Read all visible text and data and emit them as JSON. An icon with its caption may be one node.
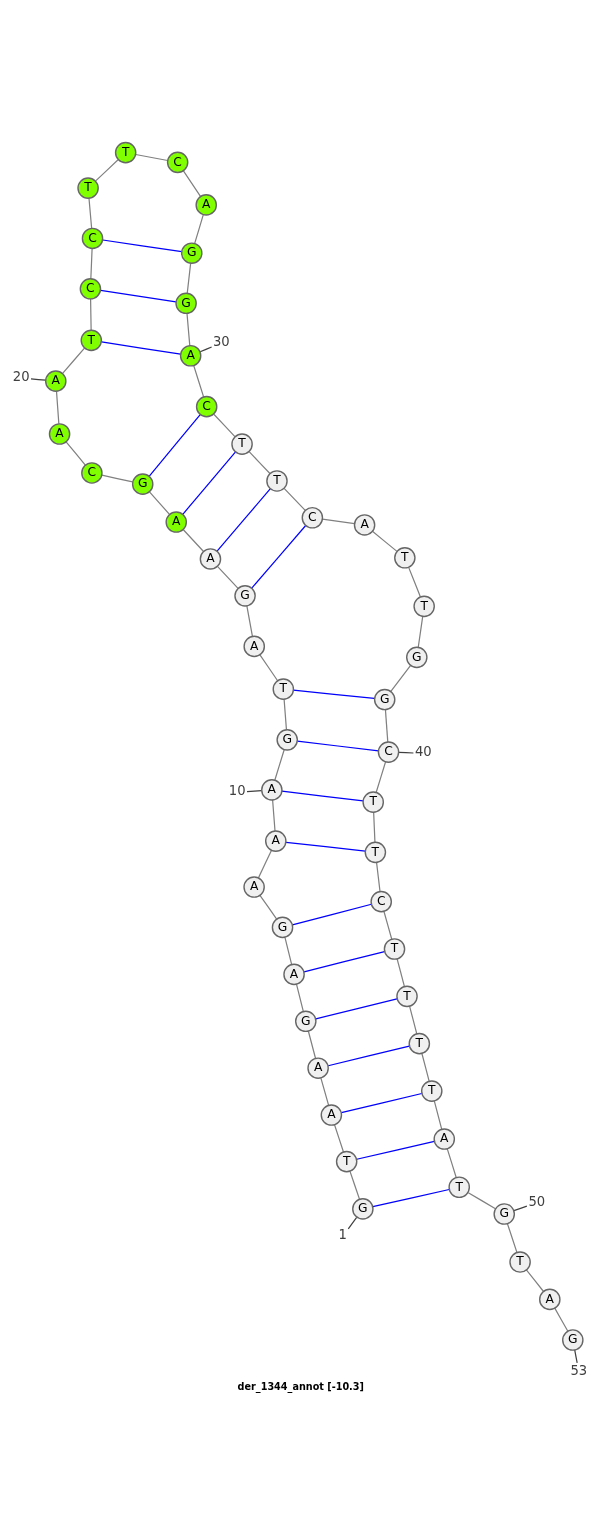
{
  "diagram": {
    "caption": "der_1344_annot [-10.3]",
    "nodes": [
      {
        "text": [
          "G"
        ]
      },
      {
        "text": [
          "T"
        ]
      },
      {
        "text": [
          "A"
        ]
      },
      {
        "text": [
          "A"
        ]
      },
      {
        "text": [
          "G"
        ]
      },
      {
        "text": [
          "A"
        ]
      },
      {
        "text": [
          "G"
        ]
      },
      {
        "text": [
          "A"
        ]
      },
      {
        "text": [
          "A"
        ]
      },
      {
        "text": [
          "A"
        ]
      },
      {
        "text": [
          "G"
        ]
      },
      {
        "text": [
          "T"
        ]
      },
      {
        "text": [
          "A"
        ]
      },
      {
        "text": [
          "G"
        ]
      },
      {
        "text": [
          "A"
        ]
      },
      {
        "text": [
          "A"
        ]
      },
      {
        "text": [
          "G"
        ]
      },
      {
        "text": [
          "C"
        ]
      },
      {
        "text": [
          "A"
        ]
      },
      {
        "text": [
          "A"
        ]
      },
      {
        "text": [
          "T"
        ]
      },
      {
        "text": [
          "C"
        ]
      },
      {
        "text": [
          "C"
        ]
      },
      {
        "text": [
          "T"
        ]
      },
      {
        "text": [
          "T"
        ]
      },
      {
        "text": [
          "C"
        ]
      },
      {
        "text": [
          "A"
        ]
      },
      {
        "text": [
          "G"
        ]
      },
      {
        "text": [
          "G"
        ]
      },
      {
        "text": [
          "A"
        ]
      },
      {
        "text": [
          "C"
        ]
      },
      {
        "text": [
          "T"
        ]
      },
      {
        "text": [
          "T"
        ]
      },
      {
        "text": [
          "C"
        ]
      },
      {
        "text": [
          "A"
        ]
      },
      {
        "text": [
          "T"
        ]
      },
      {
        "text": [
          "T"
        ]
      },
      {
        "text": [
          "G"
        ]
      },
      {
        "text": [
          "G"
        ]
      },
      {
        "text": [
          "C"
        ]
      },
      {
        "text": [
          "T"
        ]
      },
      {
        "text": [
          "T"
        ]
      },
      {
        "text": [
          "C"
        ]
      },
      {
        "text": [
          "T"
        ]
      },
      {
        "text": [
          "T"
        ]
      },
      {
        "text": [
          "T"
        ]
      },
      {
        "text": [
          "T"
        ]
      },
      {
        "text": [
          "A"
        ]
      },
      {
        "text": [
          "T"
        ]
      },
      {
        "text": [
          "G"
        ]
      },
      {
        "text": [
          "T"
        ]
      },
      {
        "text": [
          "A"
        ]
      },
      {
        "text": [
          "G"
        ]
      },
      {
        "text": [
          "1"
        ]
      },
      {
        "text": [
          "10"
        ]
      },
      {
        "text": [
          "20"
        ]
      },
      {
        "text": [
          "30"
        ]
      },
      {
        "text": [
          "40"
        ]
      },
      {
        "text": [
          "50"
        ]
      },
      {
        "text": [
          "53"
        ]
      }
    ],
    "edges": [
      {
        "from": 0,
        "to": 1,
        "arrow": "none"
      },
      {
        "from": 1,
        "to": 2,
        "arrow": "none"
      },
      {
        "from": 2,
        "to": 3,
        "arrow": "none"
      },
      {
        "from": 3,
        "to": 4,
        "arrow": "none"
      },
      {
        "from": 4,
        "to": 5,
        "arrow": "none"
      },
      {
        "from": 5,
        "to": 6,
        "arrow": "none"
      },
      {
        "from": 6,
        "to": 7,
        "arrow": "none"
      },
      {
        "from": 7,
        "to": 8,
        "arrow": "none"
      },
      {
        "from": 8,
        "to": 9,
        "arrow": "none"
      },
      {
        "from": 9,
        "to": 10,
        "arrow": "none"
      },
      {
        "from": 10,
        "to": 11,
        "arrow": "none"
      },
      {
        "from": 11,
        "to": 12,
        "arrow": "none"
      },
      {
        "from": 12,
        "to": 13,
        "arrow": "none"
      },
      {
        "from": 13,
        "to": 14,
        "arrow": "none"
      },
      {
        "from": 14,
        "to": 15,
        "arrow": "none"
      },
      {
        "from": 15,
        "to": 16,
        "arrow": "none"
      },
      {
        "from": 16,
        "to": 17,
        "arrow": "none"
      },
      {
        "from": 17,
        "to": 18,
        "arrow": "none"
      },
      {
        "from": 18,
        "to": 19,
        "arrow": "none"
      },
      {
        "from": 19,
        "to": 20,
        "arrow": "none"
      },
      {
        "from": 20,
        "to": 21,
        "arrow": "none"
      },
      {
        "from": 21,
        "to": 22,
        "arrow": "none"
      },
      {
        "from": 22,
        "to": 23,
        "arrow": "none"
      },
      {
        "from": 23,
        "to": 24,
        "arrow": "none"
      },
      {
        "from": 24,
        "to": 25,
        "arrow": "none"
      },
      {
        "from": 25,
        "to": 26,
        "arrow": "none"
      },
      {
        "from": 26,
        "to": 27,
        "arrow": "none"
      },
      {
        "from": 27,
        "to": 28,
        "arrow": "none"
      },
      {
        "from": 28,
        "to": 29,
        "arrow": "none"
      },
      {
        "from": 29,
        "to": 30,
        "arrow": "none"
      },
      {
        "from": 30,
        "to": 31,
        "arrow": "none"
      },
      {
        "from": 31,
        "to": 32,
        "arrow": "none"
      },
      {
        "from": 32,
        "to": 33,
        "arrow": "none"
      },
      {
        "from": 33,
        "to": 34,
        "arrow": "none"
      },
      {
        "from": 34,
        "to": 35,
        "arrow": "none"
      },
      {
        "from": 35,
        "to": 36,
        "arrow": "none"
      },
      {
        "from": 36,
        "to": 37,
        "arrow": "none"
      },
      {
        "from": 37,
        "to": 38,
        "arrow": "none"
      },
      {
        "from": 38,
        "to": 39,
        "arrow": "none"
      },
      {
        "from": 39,
        "to": 40,
        "arrow": "none"
      },
      {
        "from": 40,
        "to": 41,
        "arrow": "none"
      },
      {
        "from": 41,
        "to": 42,
        "arrow": "none"
      },
      {
        "from": 42,
        "to": 43,
        "arrow": "none"
      },
      {
        "from": 43,
        "to": 44,
        "arrow": "none"
      },
      {
        "from": 44,
        "to": 45,
        "arrow": "none"
      },
      {
        "from": 45,
        "to": 46,
        "arrow": "none"
      },
      {
        "from": 46,
        "to": 47,
        "arrow": "none"
      },
      {
        "from": 47,
        "to": 48,
        "arrow": "none"
      },
      {
        "from": 48,
        "to": 49,
        "arrow": "none"
      },
      {
        "from": 49,
        "to": 50,
        "arrow": "none"
      },
      {
        "from": 50,
        "to": 51,
        "arrow": "none"
      },
      {
        "from": 51,
        "to": 52,
        "arrow": "none"
      },
      {
        "from": 0,
        "to": 48,
        "arrow": "none",
        "color": "#0000ff"
      },
      {
        "from": 1,
        "to": 47,
        "arrow": "none",
        "color": "#0000ff"
      },
      {
        "from": 2,
        "to": 46,
        "arrow": "none",
        "color": "#0000ff"
      },
      {
        "from": 3,
        "to": 45,
        "arrow": "none",
        "color": "#0000ff"
      },
      {
        "from": 4,
        "to": 44,
        "arrow": "none",
        "color": "#0000ff"
      },
      {
        "from": 5,
        "to": 43,
        "arrow": "none",
        "color": "#0000ff"
      },
      {
        "from": 6,
        "to": 42,
        "arrow": "none",
        "color": "#0000ff"
      },
      {
        "from": 8,
        "to": 41,
        "arrow": "none",
        "color": "#0000ff"
      },
      {
        "from": 9,
        "to": 40,
        "arrow": "none",
        "color": "#0000ff"
      },
      {
        "from": 10,
        "to": 39,
        "arrow": "none",
        "color": "#0000ff"
      },
      {
        "from": 11,
        "to": 38,
        "arrow": "none",
        "color": "#0000ff"
      },
      {
        "from": 13,
        "to": 33,
        "arrow": "none",
        "color": "#0000ff"
      },
      {
        "from": 14,
        "to": 32,
        "arrow": "none",
        "color": "#0000ff"
      },
      {
        "from": 15,
        "to": 31,
        "arrow": "none",
        "color": "#0000ff"
      },
      {
        "from": 16,
        "to": 30,
        "arrow": "none",
        "color": "#0000ff"
      },
      {
        "from": 20,
        "to": 29,
        "arrow": "none",
        "color": "#0000ff"
      },
      {
        "from": 21,
        "to": 28,
        "arrow": "none",
        "color": "#0000ff"
      },
      {
        "from": 22,
        "to": 27,
        "arrow": "none",
        "color": "#0000ff"
      },
      {
        "from": 53,
        "to": 0,
        "arrow": "none",
        "color": "#404040"
      },
      {
        "from": 54,
        "to": 9,
        "arrow": "none",
        "color": "#404040"
      },
      {
        "from": 55,
        "to": 19,
        "arrow": "none",
        "color": "#404040"
      },
      {
        "from": 56,
        "to": 29,
        "arrow": "none",
        "color": "#404040"
      },
      {
        "from": 57,
        "to": 39,
        "arrow": "none",
        "color": "#404040"
      },
      {
        "from": 58,
        "to": 49,
        "arrow": "none",
        "color": "#404040"
      },
      {
        "from": 59,
        "to": 52,
        "arrow": "none",
        "color": "#404040"
      }
    ]
  }
}
